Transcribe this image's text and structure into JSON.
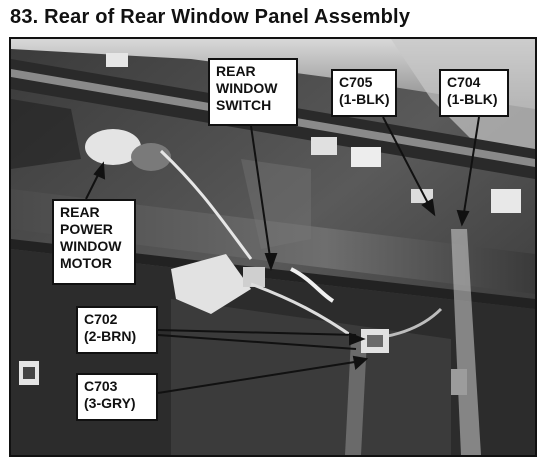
{
  "document": {
    "title": "83. Rear of Rear Window Panel Assembly"
  },
  "callouts": {
    "rear_window_switch": [
      "REAR",
      "WINDOW",
      "SWITCH"
    ],
    "c705": [
      "C705",
      "(1-BLK)"
    ],
    "c704": [
      "C704",
      "(1-BLK)"
    ],
    "rear_power_window_motor": [
      "REAR",
      "POWER",
      "WINDOW",
      "MOTOR"
    ],
    "c702": [
      "C702",
      "(2-BRN)"
    ],
    "c703": [
      "C703",
      "(3-GRY)"
    ]
  }
}
